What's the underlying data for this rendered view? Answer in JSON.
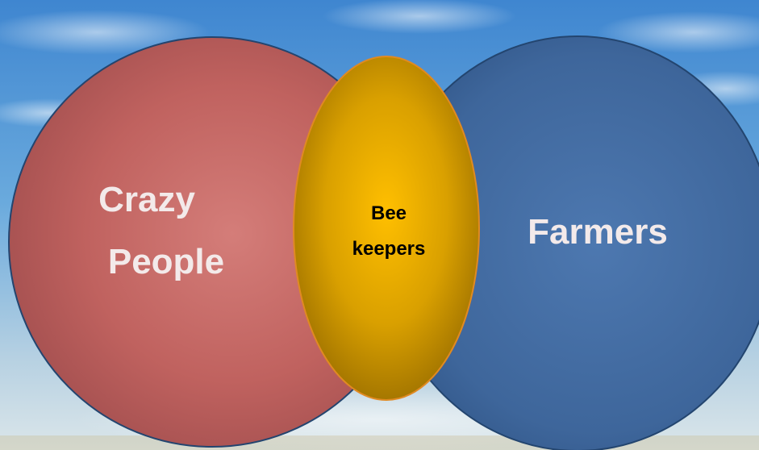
{
  "diagram": {
    "type": "venn",
    "sets": [
      {
        "id": "left",
        "label_lines": [
          "Crazy",
          "People"
        ],
        "fill": "#b96060"
      },
      {
        "id": "right",
        "label_lines": [
          "Farmers"
        ],
        "fill": "#3c5f92"
      }
    ],
    "intersection": {
      "label_lines": [
        "Bee",
        "keepers"
      ],
      "fill": "#d9a400"
    }
  },
  "colors": {
    "sky_top": "#3d84cf",
    "sky_bottom": "#cfe0ea",
    "label_light": "#f3eaea",
    "label_dark": "#000000",
    "outline": "#23456f",
    "intersection_outline": "#e08a22"
  }
}
